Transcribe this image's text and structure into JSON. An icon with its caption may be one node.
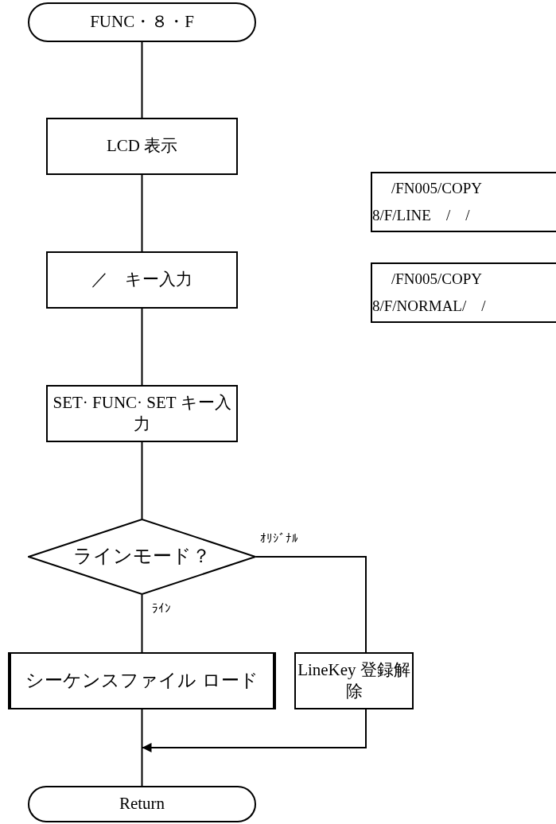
{
  "diagram": {
    "nodes": [
      {
        "text": [
          "FUNC・８・F"
        ]
      },
      {
        "text": [
          "LCD 表示"
        ]
      },
      {
        "text": [
          "／　キー入力"
        ]
      },
      {
        "text": [
          "SET· FUNC· SET キー入力"
        ]
      },
      {
        "text": [
          "ラインモード？"
        ]
      },
      {
        "text": [
          "シーケンスファイル ロード"
        ]
      },
      {
        "text": [
          "LineKey 登録解除"
        ]
      },
      {
        "text": [
          "Return"
        ]
      },
      {
        "text": [
          "/FN005/COPY",
          "8/F/LINE　/　/"
        ]
      },
      {
        "text": [
          "/FN005/COPY",
          "8/F/NORMAL/　/"
        ]
      }
    ],
    "edges": [
      {
        "from": 0,
        "to": 1,
        "arrow": "none"
      },
      {
        "from": 1,
        "to": 2,
        "arrow": "none"
      },
      {
        "from": 2,
        "to": 3,
        "arrow": "none"
      },
      {
        "from": 3,
        "to": 4,
        "arrow": "none"
      },
      {
        "from": 4,
        "to": 5,
        "arrow": "none",
        "label": "ﾗｲﾝ"
      },
      {
        "from": 4,
        "to": 6,
        "arrow": "none",
        "label": "ｵﾘｼﾞﾅﾙ"
      },
      {
        "from": 5,
        "to": 7,
        "arrow": "none"
      },
      {
        "from": 6,
        "to": 7,
        "arrow": "to"
      }
    ]
  }
}
